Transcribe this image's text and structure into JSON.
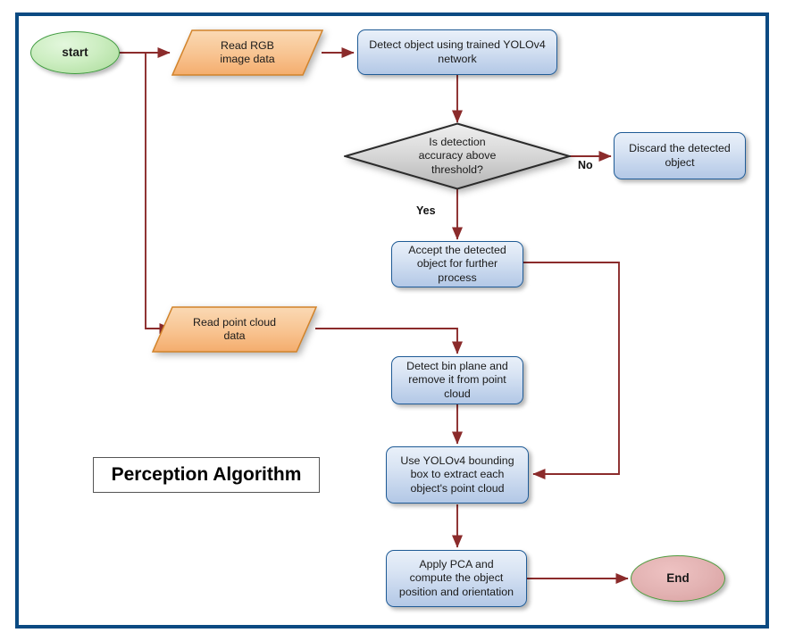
{
  "diagram": {
    "title": "Perception Algorithm",
    "frame_color": "#0b4a82",
    "connector_color": "#8b2b2b"
  },
  "nodes": {
    "start": {
      "label": "start",
      "shape": "ellipse",
      "fill": "#aadb99",
      "stroke": "#3f9a3f"
    },
    "read_rgb": {
      "label": "Read RGB\nimage data",
      "shape": "parallelogram",
      "fill": "#f6b97a",
      "stroke": "#d2832a"
    },
    "detect_object": {
      "label": "Detect object using trained YOLOv4\nnetwork",
      "shape": "process",
      "fill": "#c3d4ec",
      "stroke": "#1f5b96"
    },
    "decision": {
      "label": "Is detection\naccuracy above\nthreshold?",
      "shape": "diamond",
      "fill": "#c8c8c8",
      "stroke": "#2b2b2b"
    },
    "discard": {
      "label": "Discard the detected\nobject",
      "shape": "process",
      "fill": "#c3d4ec",
      "stroke": "#1f5b96"
    },
    "accept": {
      "label": "Accept the detected\nobject for further\nprocess",
      "shape": "process",
      "fill": "#c3d4ec",
      "stroke": "#1f5b96"
    },
    "read_pointcloud": {
      "label": "Read point cloud\ndata",
      "shape": "parallelogram",
      "fill": "#f6b97a",
      "stroke": "#d2832a"
    },
    "detect_bin": {
      "label": "Detect bin plane and\nremove it from point\ncloud",
      "shape": "process",
      "fill": "#c3d4ec",
      "stroke": "#1f5b96"
    },
    "extract_cloud": {
      "label": "Use YOLOv4 bounding\nbox to extract each\nobject's point cloud",
      "shape": "process",
      "fill": "#c3d4ec",
      "stroke": "#1f5b96"
    },
    "apply_pca": {
      "label": "Apply PCA and\ncompute the object\nposition and orientation",
      "shape": "process",
      "fill": "#c3d4ec",
      "stroke": "#1f5b96"
    },
    "end": {
      "label": "End",
      "shape": "ellipse",
      "fill": "#d89f9f",
      "stroke": "#4f9b3e"
    }
  },
  "edge_labels": {
    "no": "No",
    "yes": "Yes"
  }
}
